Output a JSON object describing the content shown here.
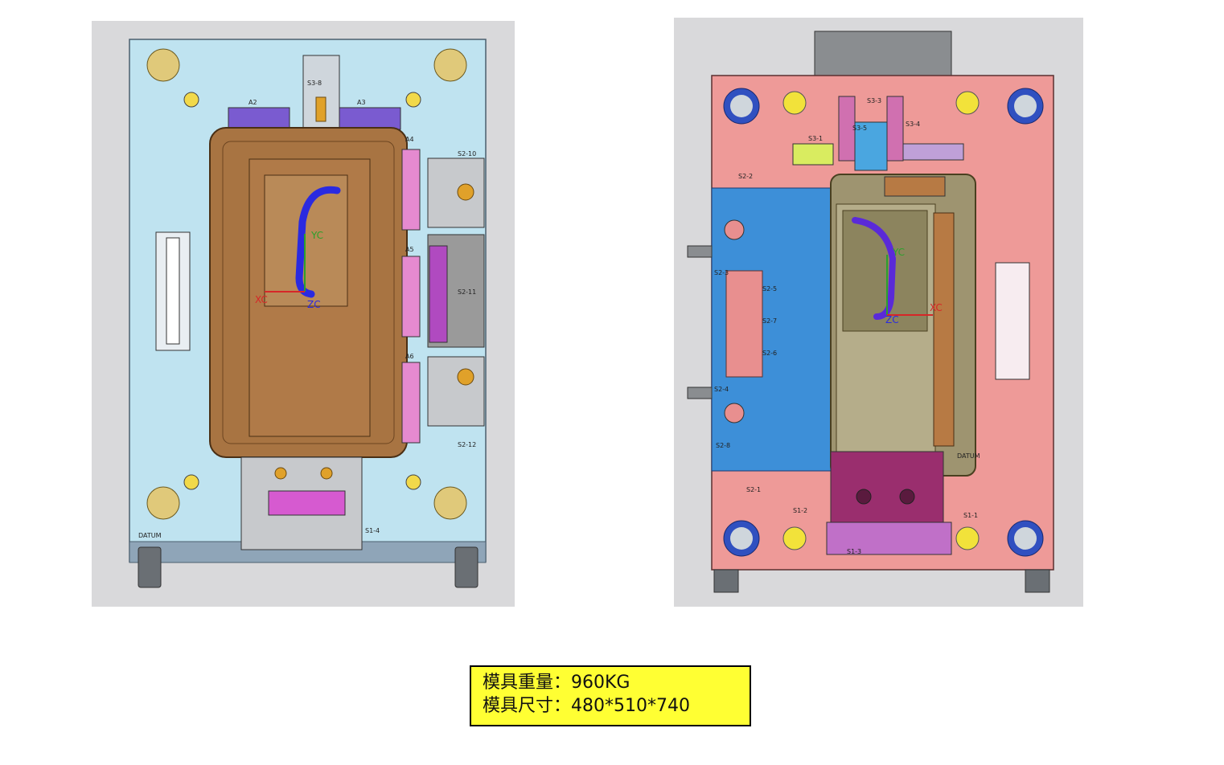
{
  "info": {
    "weight_line": "模具重量：960KG",
    "size_line": "模具尺寸：480*510*740",
    "background_color": "#ffff33"
  },
  "left_view": {
    "datum_label": "DATUM",
    "block_labels": [
      "A2",
      "A3",
      "A4",
      "A5",
      "A6"
    ],
    "slider_labels": [
      "S2-10",
      "S2-11",
      "S2-12",
      "S1-4",
      "S3-8"
    ],
    "axes": {
      "x": "XC",
      "y": "YC",
      "z": "ZC"
    },
    "plate_color": "#bfe3f0",
    "core_color": "#a87442"
  },
  "right_view": {
    "datum_label": "DATUM",
    "slider_labels": [
      "S2-2",
      "S2-3",
      "S2-4",
      "S2-5",
      "S2-6",
      "S2-7",
      "S2-8",
      "S2-1",
      "S1-1",
      "S1-2",
      "S1-3",
      "S3-1",
      "S3-3",
      "S3-4",
      "S3-5"
    ],
    "axes": {
      "x": "XC",
      "y": "YC",
      "z": "ZC"
    },
    "plate_color": "#ee9a98",
    "slide_color": "#3d8fd8"
  }
}
